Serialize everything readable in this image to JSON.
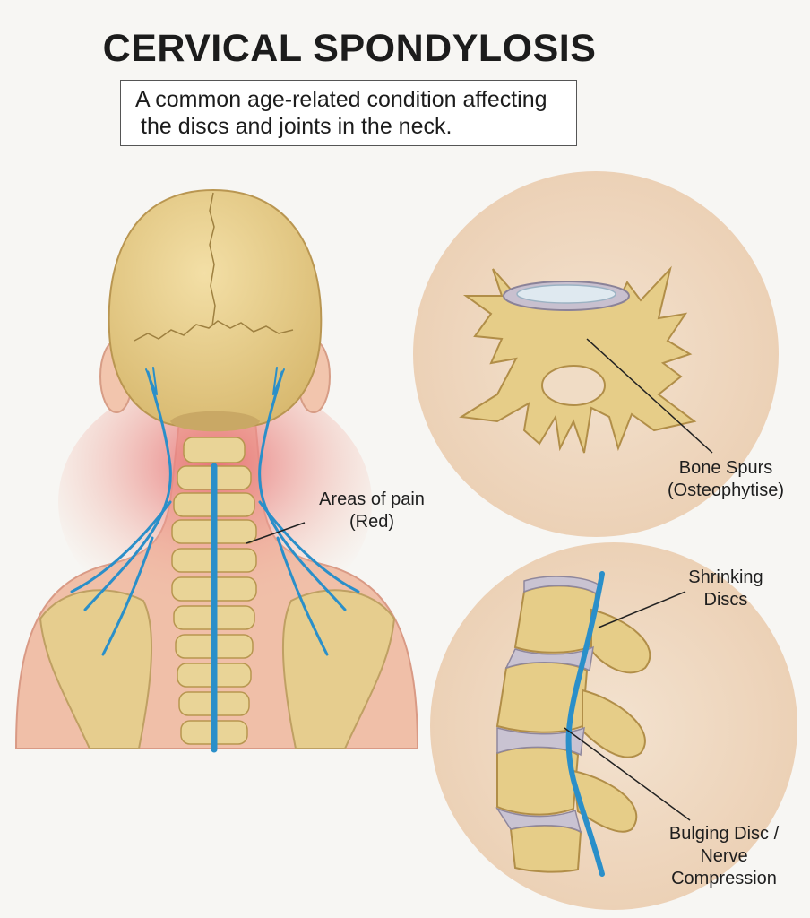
{
  "header": {
    "title": "CERVICAL SPONDYLOSIS",
    "subtitle_line1": "A common age-related condition affecting",
    "subtitle_line2": "the discs and joints in the  neck."
  },
  "labels": {
    "pain": {
      "line1": "Areas of pain",
      "line2": "(Red)"
    },
    "spurs": {
      "line1": "Bone Spurs",
      "line2": "(Osteophytise)"
    },
    "discs": {
      "line1": "Shrinking",
      "line2": "Discs"
    },
    "bulging": {
      "line1": "Bulging Disc /",
      "line2": "Nerve",
      "line3": "Compression"
    }
  },
  "colors": {
    "bone": "#e7cf8e",
    "bone_dark": "#b8964c",
    "skin": "#f2c3ad",
    "pain": "#e9868a",
    "nerve": "#2a8fc9",
    "disc": "#c9c3d2",
    "inset_bg": "#f2dfc8"
  }
}
